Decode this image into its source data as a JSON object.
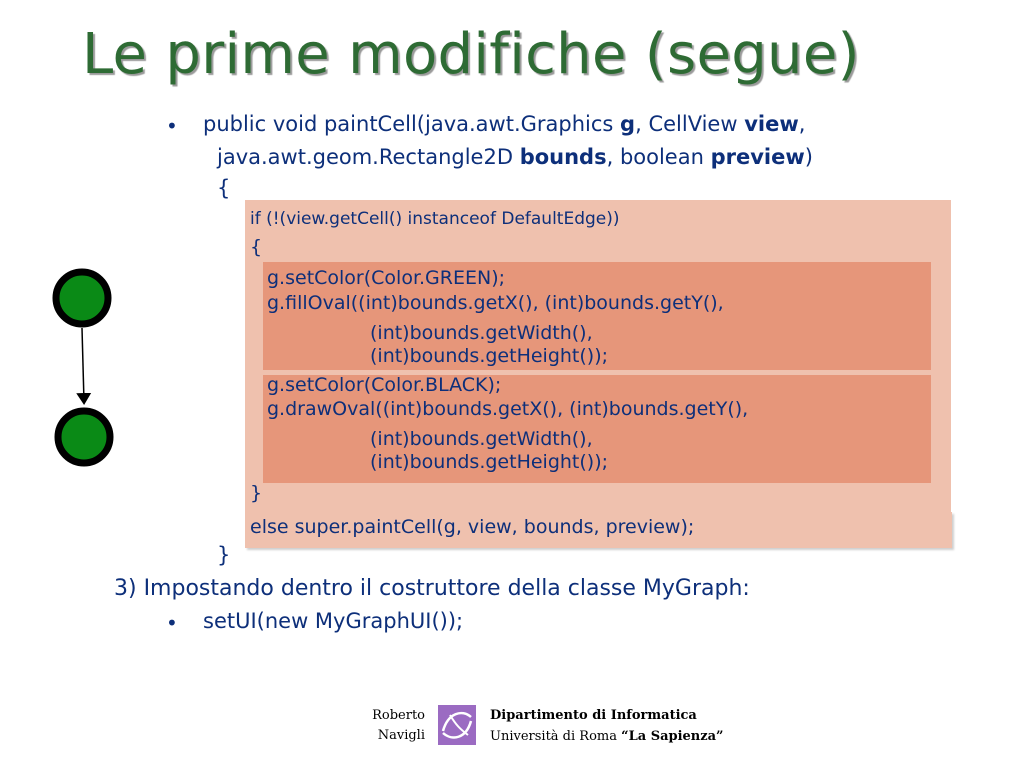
{
  "slide": {
    "title": "Le prime modifiche (segue)",
    "bullet_char": "•",
    "sig": {
      "l1_pre": "public void paintCell(java.awt.Graphics ",
      "p1": "g",
      "l1_mid": ", CellView ",
      "p2": "view",
      "l1_post": ",",
      "l2_pre": "java.awt.geom.Rectangle2D ",
      "p3": "bounds",
      "l2_mid": ", boolean ",
      "p4": "preview",
      "l2_post": ")"
    },
    "open_brace": "{",
    "code": {
      "if_line": "if (!(view.getCell() instanceof DefaultEdge))",
      "if_open": "{",
      "green_1": "g.setColor(Color.GREEN);",
      "green_2": "g.fillOval((int)bounds.getX(), (int)bounds.getY(),",
      "green_3": "(int)bounds.getWidth(),",
      "green_4": "(int)bounds.getHeight());",
      "black_1": "g.setColor(Color.BLACK);",
      "black_2": "g.drawOval((int)bounds.getX(), (int)bounds.getY(),",
      "black_3": "(int)bounds.getWidth(),",
      "black_4": "(int)bounds.getHeight());",
      "if_close": "}",
      "else_line": "else super.paintCell(g, view, bounds, preview);"
    },
    "close_brace": "}",
    "step3": "3) Impostando dentro il costruttore della classe MyGraph:",
    "setui": "setUI(new MyGraphUI());"
  },
  "footer": {
    "author_first": "Roberto",
    "author_last": "Navigli",
    "dept": "Dipartimento di Informatica",
    "univ_pre": "Università di Roma ",
    "univ_name": "“La Sapienza”"
  },
  "colors": {
    "title": "#2e6b34",
    "text": "#0d2f7a",
    "box_light": "#efc1ae",
    "box_dark": "#e6967a",
    "node_fill": "#0a8a16",
    "logo": "#9b6bc2"
  }
}
